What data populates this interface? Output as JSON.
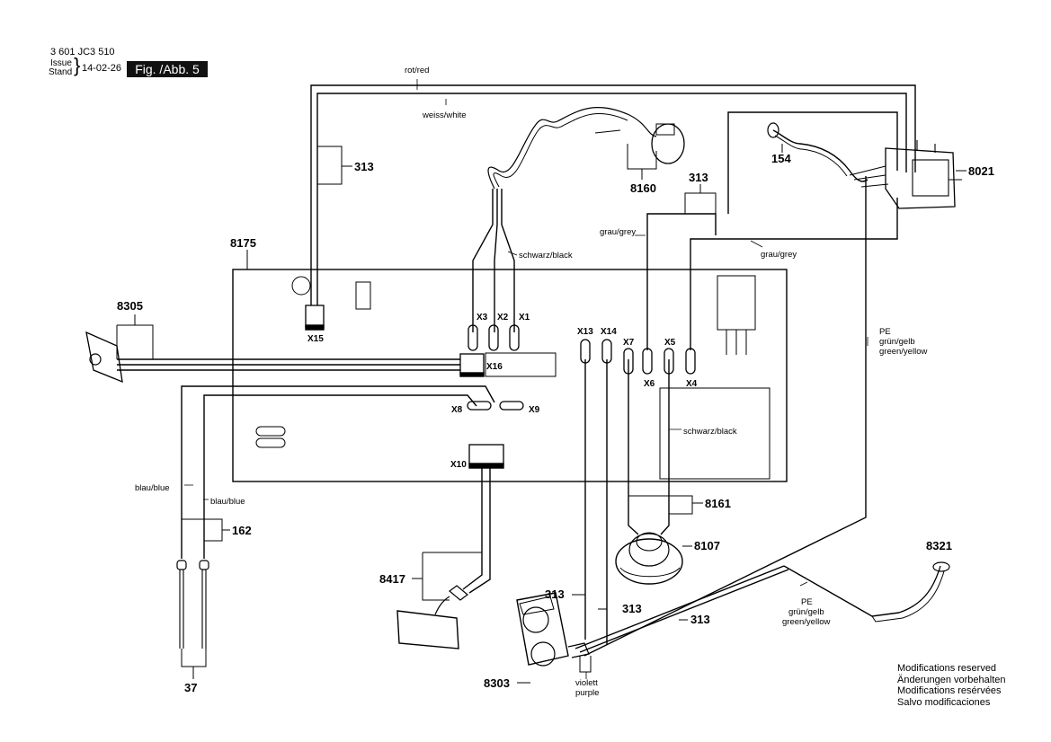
{
  "header": {
    "doc_number": "3 601 JC3 510",
    "issue_label": "Issue",
    "stand_label": "Stand",
    "issue_date": "14-02-26",
    "figure": "Fig. /Abb. 5"
  },
  "part_numbers": {
    "p313": "313",
    "p8160": "8160",
    "p154": "154",
    "p8021": "8021",
    "p8175": "8175",
    "p8305": "8305",
    "p8161": "8161",
    "p8107": "8107",
    "p162": "162",
    "p8417": "8417",
    "p8321": "8321",
    "p8303": "8303",
    "p37": "37"
  },
  "connectors": {
    "x1": "X1",
    "x2": "X2",
    "x3": "X3",
    "x4": "X4",
    "x5": "X5",
    "x6": "X6",
    "x7": "X7",
    "x8": "X8",
    "x9": "X9",
    "x10": "X10",
    "x13": "X13",
    "x14": "X14",
    "x15": "X15",
    "x16": "X16"
  },
  "wire_labels": {
    "red": "rot/red",
    "white": "weiss/white",
    "black_top": "schwarz/black",
    "grey_left": "grau/grey",
    "grey_right": "grau/grey",
    "black_mid": "schwarz/black",
    "blue_1": "blau/blue",
    "blue_2": "blau/blue",
    "pe_right_1": "PE",
    "pe_right_2": "grün/gelb",
    "pe_right_3": "green/yellow",
    "pe_bottom_1": "PE",
    "pe_bottom_2": "grün/gelb",
    "pe_bottom_3": "green/yellow",
    "violet_1": "violett",
    "violet_2": "purple"
  },
  "notes": [
    "Modifications reserved",
    "Änderungen vorbehalten",
    "Modifications resérvées",
    "Salvo modificaciones"
  ]
}
